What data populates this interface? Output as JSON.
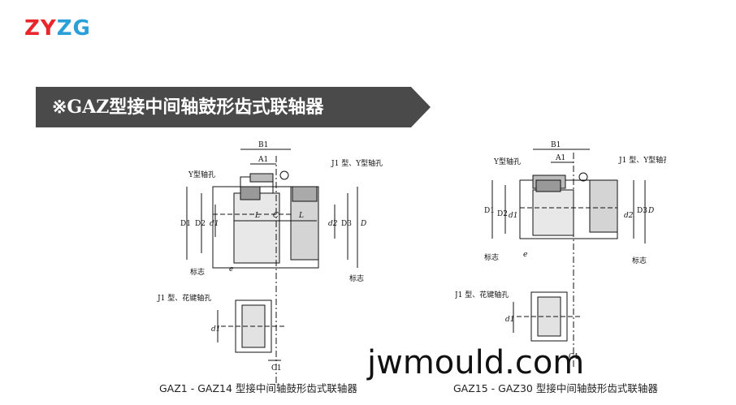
{
  "logo": {
    "part_red": "ZY",
    "part_blue": "ZG"
  },
  "banner": {
    "title": "※GAZ型接中间轴鼓形齿式联轴器"
  },
  "figure_left": {
    "labels": {
      "b1": "B1",
      "a1": "A1",
      "j1y": "J1 型、Y型轴孔",
      "y": "Y型轴孔",
      "l1": "L",
      "l2": "L",
      "c": "C",
      "d1": "D1",
      "d2": "D2",
      "d_small": "d1",
      "d2r": "d2",
      "d3": "D3",
      "d": "D",
      "mark": "标志",
      "e": "e",
      "mark2": "标志",
      "j1key": "J1 型、花键轴孔",
      "d1b": "d1",
      "c1": "C1"
    },
    "caption": "GAZ1 - GAZ14 型接中间轴鼓形齿式联轴器"
  },
  "figure_right": {
    "labels": {
      "b1": "B1",
      "a1": "A1",
      "j1y": "J1 型、Y型轴孔",
      "y": "Y型轴孔",
      "d1": "D1",
      "d2": "D2",
      "d_small": "d1",
      "d2r": "d2",
      "d3": "D3",
      "d": "D",
      "mark": "标志",
      "e": "e",
      "mark2": "标志",
      "j1key": "J1 型、花键轴孔",
      "d1b": "d1",
      "c1": "C1"
    },
    "caption": "GAZ15 - GAZ30 型接中间轴鼓形齿式联轴器"
  },
  "watermark": "jwmould.com",
  "colors": {
    "logo_red": "#e8262b",
    "logo_blue": "#2a9fd8",
    "banner_bg": "#4a4a4a"
  }
}
